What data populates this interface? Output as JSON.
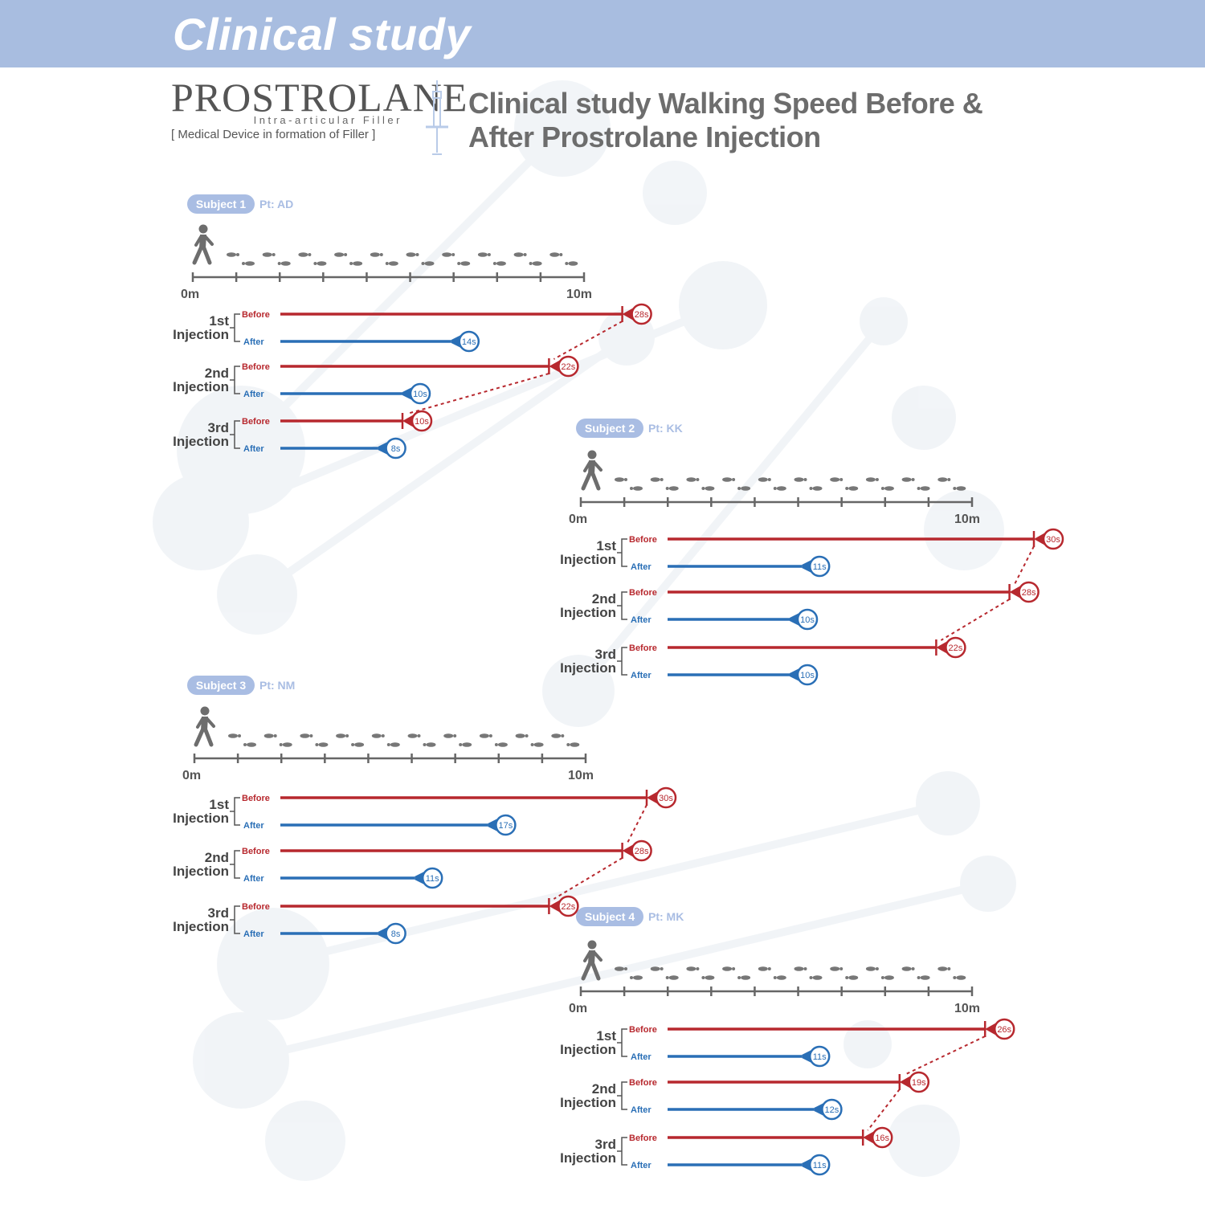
{
  "header": {
    "banner_title": "Clinical study"
  },
  "logo": {
    "name": "PROSTROLANE",
    "subtitle": "Intra-articular Filler",
    "tagline": "[ Medical Device in formation of Filler ]"
  },
  "title": {
    "line1": "Clinical study Walking Speed Before &",
    "line2": "After Prostrolane Injection"
  },
  "colors": {
    "before": "#b7282e",
    "after": "#2a6fb6",
    "axis": "#666666",
    "badge": "#a9bde3",
    "banner": "#a8bde0"
  },
  "icons": [
    "walking-person-icon",
    "footprints-icon",
    "syringe-icon"
  ],
  "chart_data": [
    {
      "type": "bar",
      "title": "Subject 1",
      "patient": "Pt: AD",
      "axis": {
        "start": "0m",
        "end": "10m"
      },
      "xlim": [
        0,
        10
      ],
      "groups": [
        {
          "label1": "1st",
          "label2": "Injection",
          "before": 28,
          "after": 14
        },
        {
          "label1": "2nd",
          "label2": "Injection",
          "before": 22,
          "after": 10
        },
        {
          "label1": "3rd",
          "label2": "Injection",
          "before": 10,
          "after": 8
        }
      ],
      "series_labels": {
        "before": "Before",
        "after": "After"
      },
      "unit": "s"
    },
    {
      "type": "bar",
      "title": "Subject 2",
      "patient": "Pt: KK",
      "axis": {
        "start": "0m",
        "end": "10m"
      },
      "xlim": [
        0,
        10
      ],
      "groups": [
        {
          "label1": "1st",
          "label2": "Injection",
          "before": 30,
          "after": 11
        },
        {
          "label1": "2nd",
          "label2": "Injection",
          "before": 28,
          "after": 10
        },
        {
          "label1": "3rd",
          "label2": "Injection",
          "before": 22,
          "after": 10
        }
      ],
      "series_labels": {
        "before": "Before",
        "after": "After"
      },
      "unit": "s"
    },
    {
      "type": "bar",
      "title": "Subject 3",
      "patient": "Pt: NM",
      "axis": {
        "start": "0m",
        "end": "10m"
      },
      "xlim": [
        0,
        10
      ],
      "groups": [
        {
          "label1": "1st",
          "label2": "Injection",
          "before": 30,
          "after": 17
        },
        {
          "label1": "2nd",
          "label2": "Injection",
          "before": 28,
          "after": 11
        },
        {
          "label1": "3rd",
          "label2": "Injection",
          "before": 22,
          "after": 8
        }
      ],
      "series_labels": {
        "before": "Before",
        "after": "After"
      },
      "unit": "s"
    },
    {
      "type": "bar",
      "title": "Subject 4",
      "patient": "Pt: MK",
      "axis": {
        "start": "0m",
        "end": "10m"
      },
      "xlim": [
        0,
        10
      ],
      "groups": [
        {
          "label1": "1st",
          "label2": "Injection",
          "before": 26,
          "after": 11
        },
        {
          "label1": "2nd",
          "label2": "Injection",
          "before": 19,
          "after": 12
        },
        {
          "label1": "3rd",
          "label2": "Injection",
          "before": 16,
          "after": 11
        }
      ],
      "series_labels": {
        "before": "Before",
        "after": "After"
      },
      "unit": "s"
    }
  ]
}
